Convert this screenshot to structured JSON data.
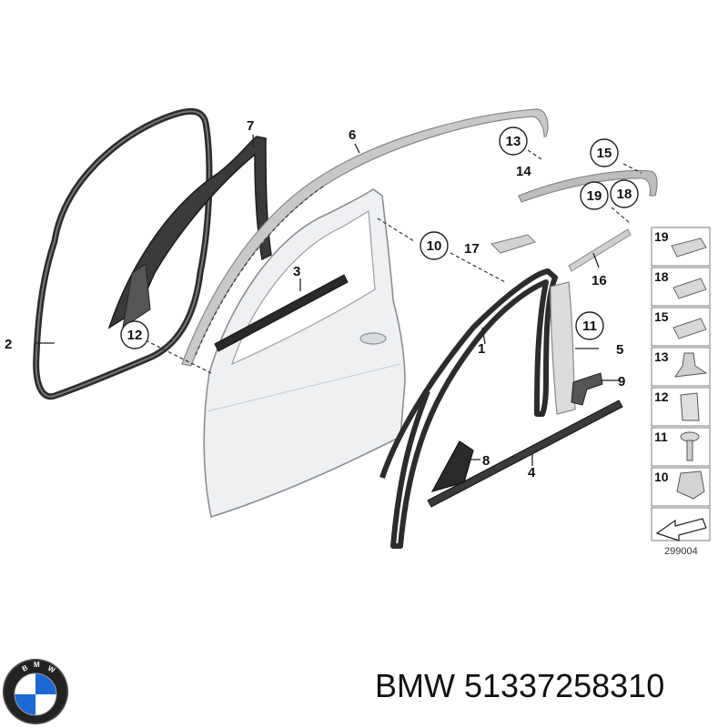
{
  "diagram": {
    "part_labels": {
      "p1": "1",
      "p2": "2",
      "p3": "3",
      "p4": "4",
      "p5": "5",
      "p6": "6",
      "p7": "7",
      "p8": "8",
      "p9": "9",
      "p10": "10",
      "p11": "11",
      "p12": "12",
      "p13": "13",
      "p14": "14",
      "p15": "15",
      "p16": "16",
      "p17": "17",
      "p18": "18",
      "p19": "19"
    },
    "legend": {
      "items": [
        "19",
        "18",
        "15",
        "13",
        "12",
        "11",
        "10"
      ]
    },
    "ref_number": "299004"
  },
  "footer": {
    "brand_text": "BMW 51337258310",
    "logo_text": "BMW"
  },
  "colors": {
    "outline": "#222222",
    "door_fill": "#eef0f2",
    "seal_dark": "#3a3a3a",
    "trim_gray": "#b9b9b9",
    "logo_blue": "#1c69d4",
    "logo_ring": "#222222"
  }
}
